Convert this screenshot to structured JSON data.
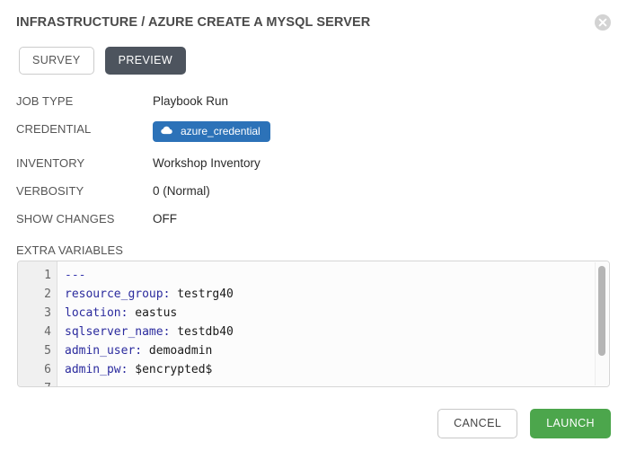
{
  "dialog": {
    "title": "INFRASTRUCTURE / AZURE CREATE A MYSQL SERVER",
    "close_icon": "close-circle-icon"
  },
  "tabs": [
    {
      "label": "SURVEY",
      "active": false
    },
    {
      "label": "PREVIEW",
      "active": true
    }
  ],
  "fields": [
    {
      "label": "JOB TYPE",
      "value": "Playbook Run"
    },
    {
      "label": "CREDENTIAL",
      "value": "azure_credential",
      "badge_icon": "cloud-icon",
      "badge_color": "#2c72b8"
    },
    {
      "label": "INVENTORY",
      "value": "Workshop Inventory"
    },
    {
      "label": "VERBOSITY",
      "value": "0 (Normal)"
    },
    {
      "label": "SHOW CHANGES",
      "value": "OFF"
    }
  ],
  "extra_variables": {
    "label": "EXTRA VARIABLES",
    "line_numbers": [
      "1",
      "2",
      "3",
      "4",
      "5",
      "6",
      "7"
    ],
    "lines": [
      {
        "key": "---",
        "value": ""
      },
      {
        "key": "resource_group:",
        "value": " testrg40"
      },
      {
        "key": "location:",
        "value": " eastus"
      },
      {
        "key": "sqlserver_name:",
        "value": " testdb40"
      },
      {
        "key": "admin_user:",
        "value": " demoadmin"
      },
      {
        "key": "admin_pw:",
        "value": " $encrypted$"
      }
    ]
  },
  "footer": {
    "cancel_label": "CANCEL",
    "launch_label": "LAUNCH",
    "launch_color": "#4ca64c"
  }
}
